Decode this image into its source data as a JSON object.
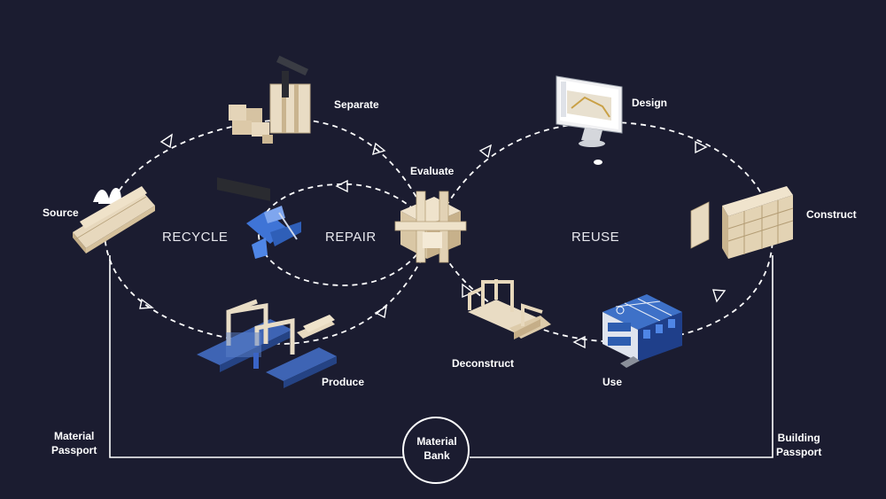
{
  "loops": {
    "recycle": "RECYCLE",
    "repair": "REPAIR",
    "reuse": "REUSE"
  },
  "stages": {
    "separate": "Separate",
    "source": "Source",
    "produce": "Produce",
    "evaluate": "Evaluate",
    "design": "Design",
    "construct": "Construct",
    "use": "Use",
    "deconstruct": "Deconstruct"
  },
  "bottom": {
    "material_passport": [
      "Material",
      "Passport"
    ],
    "material_bank": [
      "Material",
      "Bank"
    ],
    "building_passport": [
      "Building",
      "Passport"
    ]
  },
  "colors": {
    "background": "#1b1c30",
    "line": "#ffffff",
    "wood": "#e6d7bf",
    "blue_machine": "#3f74d6",
    "building_blue": "#1f3f8a"
  }
}
